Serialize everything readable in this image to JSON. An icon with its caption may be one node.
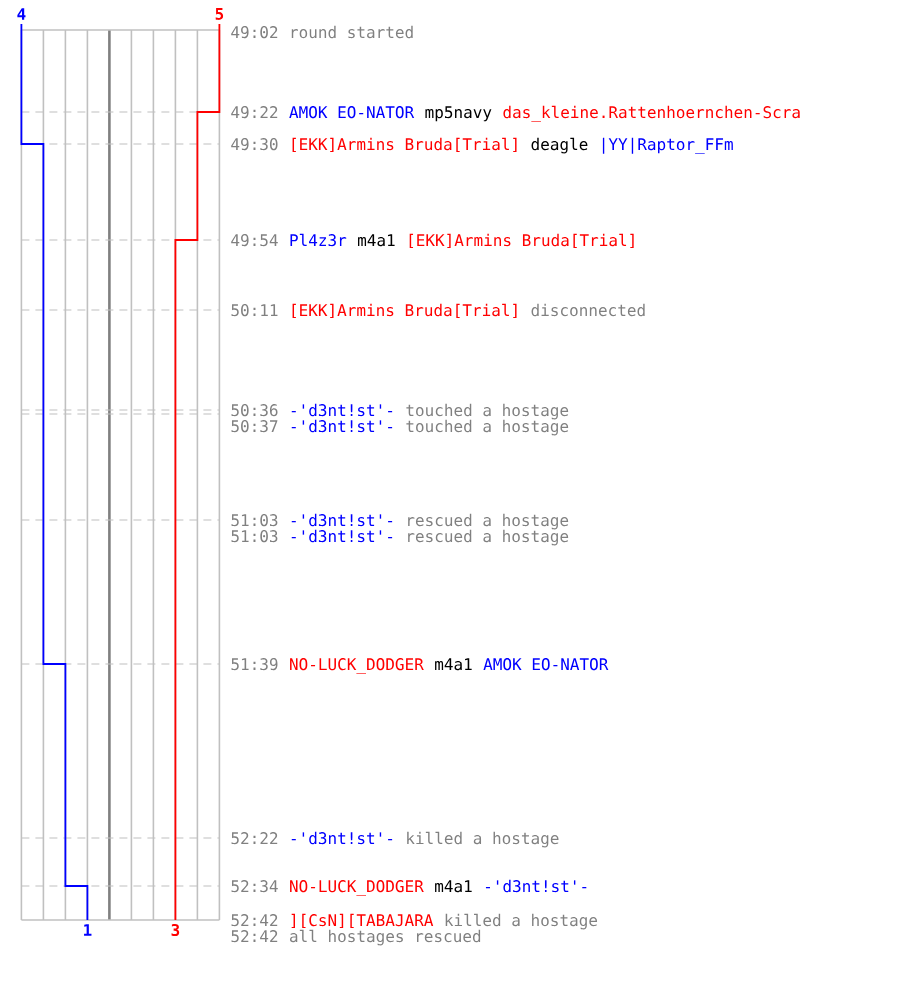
{
  "diagram": {
    "labels": [
      "4",
      "5",
      "49:02",
      "round started",
      "49:22",
      "AMOK EO-NATOR",
      "mp5navy",
      "das_kleine.Rattenhoernchen-Scra",
      "49:30",
      "[EKK]Armins Bruda[Trial]",
      "deagle",
      "|YY|Raptor_FFm",
      "49:54",
      "Pl4z3r",
      "m4a1",
      "[EKK]Armins Bruda[Trial]",
      "50:11",
      "[EKK]Armins Bruda[Trial]",
      "disconnected",
      "50:36",
      "-'d3nt!st'-",
      "touched a hostage",
      "50:37",
      "-'d3nt!st'-",
      "touched a hostage",
      "51:03",
      "-'d3nt!st'-",
      "rescued a hostage",
      "51:03",
      "-'d3nt!st'-",
      "rescued a hostage",
      "51:39",
      "NO-LUCK_DODGER",
      "m4a1",
      "AMOK EO-NATOR",
      "52:22",
      "-'d3nt!st'-",
      "killed a hostage",
      "52:34",
      "NO-LUCK_DODGER",
      "m4a1",
      "-'d3nt!st'-",
      "1",
      "3",
      "52:42",
      "][CsN][TABAJARA",
      "killed a hostage",
      "52:42",
      "all hostages rescued"
    ]
  }
}
